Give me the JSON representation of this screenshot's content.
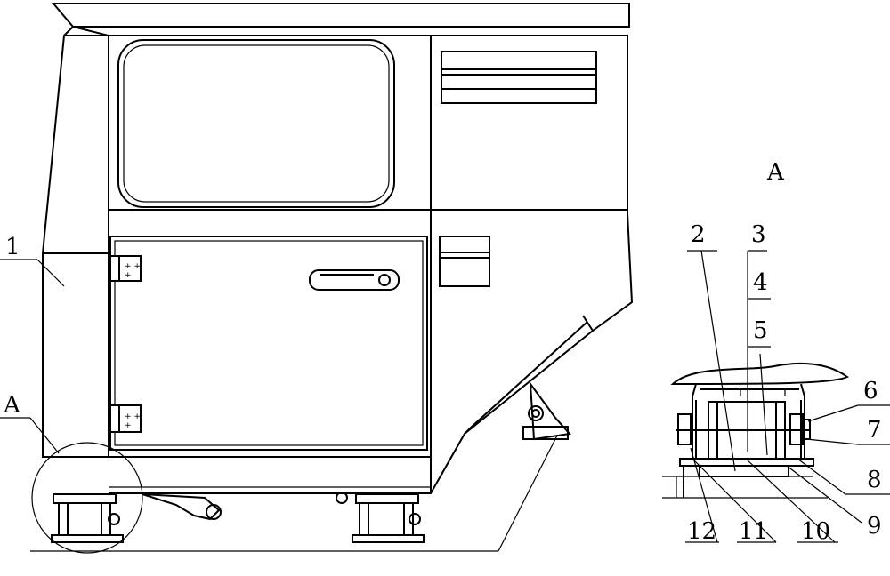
{
  "main_view": {
    "part_label": "1",
    "detail_marker": "A"
  },
  "detail_view": {
    "title": "A",
    "callouts": [
      "2",
      "3",
      "4",
      "5",
      "6",
      "7",
      "8",
      "9",
      "10",
      "11",
      "12"
    ]
  }
}
